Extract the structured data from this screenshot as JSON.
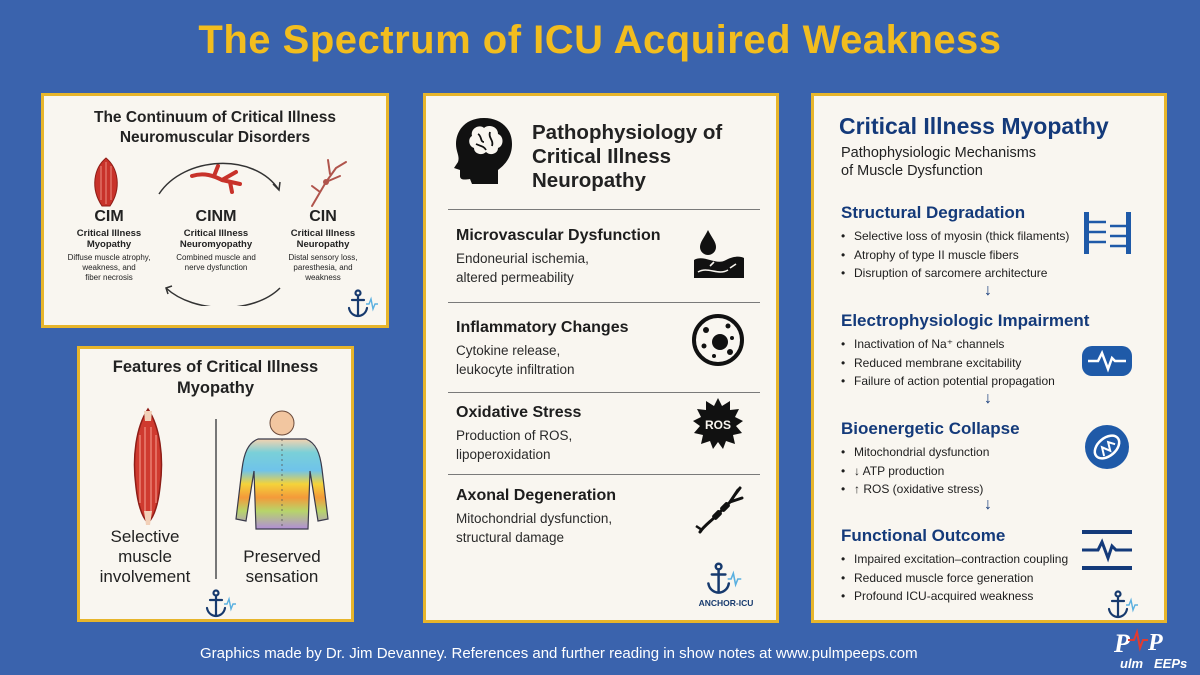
{
  "title": "The Spectrum of ICU Acquired Weakness",
  "continuum": {
    "title_line1": "The Continuum of Critical Illness",
    "title_line2": "Neuromuscular Disorders",
    "cim": {
      "abbr": "CIM",
      "name1": "Critical Illness",
      "name2": "Myopathy",
      "desc1": "Diffuse muscle atrophy,",
      "desc2": "weakness, and",
      "desc3": "fiber necrosis"
    },
    "cinm": {
      "abbr": "CINM",
      "name1": "Critical Illness",
      "name2": "Neuromyopathy",
      "desc1": "Combined muscle and",
      "desc2": "nerve dysfunction"
    },
    "cin": {
      "abbr": "CIN",
      "name1": "Critical Illness",
      "name2": "Neuropathy",
      "desc1": "Distal sensory loss,",
      "desc2": "paresthesia, and",
      "desc3": "weakness"
    }
  },
  "features": {
    "title_line1": "Features of Critical Illness",
    "title_line2": "Myopathy",
    "left_label1": "Selective",
    "left_label2": "muscle",
    "left_label3": "involvement",
    "right_label1": "Preserved",
    "right_label2": "sensation"
  },
  "patho": {
    "title_line1": "Pathophysiology of",
    "title_line2": "Critical Illness",
    "title_line3": "Neuropathy",
    "sections": [
      {
        "heading": "Microvascular Dysfunction",
        "desc": "Endoneurial ischemia,\naltered permeability",
        "icon": "vessel-drop-icon"
      },
      {
        "heading": "Inflammatory Changes",
        "desc": "Cytokine release,\nleukocyte infiltration",
        "icon": "cell-icon"
      },
      {
        "heading": "Oxidative Stress",
        "desc": "Production of ROS,\nlipoperoxidation",
        "icon": "ros-icon",
        "icon_text": "ROS"
      },
      {
        "heading": "Axonal Degeneration",
        "desc": "Mitochondrial dysfunction,\nstructural damage",
        "icon": "axon-icon"
      }
    ],
    "brand": "ANCHOR-ICU"
  },
  "myopathy": {
    "title": "Critical Illness Myopathy",
    "subtitle_line1": "Pathophysiologic Mechanisms",
    "subtitle_line2": "of Muscle Dysfunction",
    "sections": [
      {
        "heading": "Structural Degradation",
        "items": [
          "Selective loss of myosin (thick filaments)",
          "Atrophy of type II muscle fibers",
          "Disruption of sarcomere architecture"
        ],
        "icon": "sarcomere-icon"
      },
      {
        "heading": "Electrophysiologic Impairment",
        "items": [
          "Inactivation of Na⁺ channels",
          "Reduced membrane excitability",
          "Failure of action potential propagation"
        ],
        "icon": "action-potential-icon"
      },
      {
        "heading": "Bioenergetic Collapse",
        "items": [
          "Mitochondrial dysfunction",
          "↓ ATP production",
          "↑ ROS (oxidative stress)"
        ],
        "icon": "mitochondria-icon"
      },
      {
        "heading": "Functional Outcome",
        "items": [
          "Impaired excitation–contraction coupling",
          "Reduced muscle force generation",
          "Profound ICU-acquired weakness"
        ],
        "icon": "ecg-lines-icon"
      }
    ],
    "arrow": "↓"
  },
  "footer": "Graphics made by Dr. Jim Devanney. References and further reading in show notes at www.pulmpeeps.com",
  "logo": {
    "line1": "P",
    "line2": "P",
    "text1": "ulm",
    "text2": "EEPs"
  },
  "colors": {
    "background": "#3a63ad",
    "accent": "#f2bd1e",
    "navy": "#143a7a",
    "panel": "#f9f6f0"
  }
}
